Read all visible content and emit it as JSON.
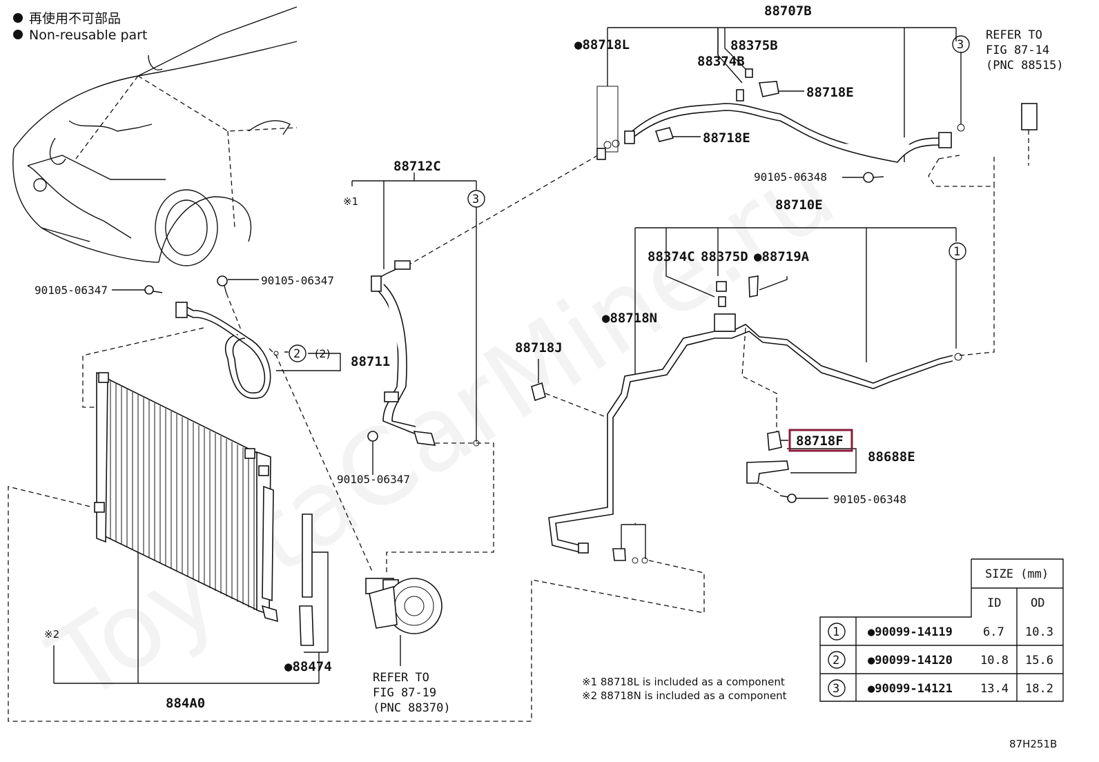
{
  "legend": {
    "line1": "再使用不可部品",
    "line2": "Non-reusable part",
    "bullet": "●"
  },
  "watermark": "ToyotaCarMine.ru",
  "labels": {
    "p88707B": "88707B",
    "p88718L": "●88718L",
    "p88375B": "88375B",
    "p88374B": "88374B",
    "p88718E_a": "88718E",
    "p88718E_b": "88718E",
    "p90105_06348_top": "90105-06348",
    "p88710E": "88710E",
    "p88374C": "88374C",
    "p88375D": "88375D",
    "p88719A": "●88719A",
    "p88718N": "●88718N",
    "p88718J": "88718J",
    "p88718F": "88718F",
    "p88688E": "88688E",
    "p90105_06348_bot": "90105-06348",
    "p88712C": "88712C",
    "ref1": "※1",
    "p90105_06347_a": "90105-06347",
    "p90105_06347_b": "90105-06347",
    "p90105_06347_c": "90105-06347",
    "p88711": "88711",
    "p2paren": "(2)",
    "ref2": "※2",
    "p88474": "●88474",
    "p884A0": "884A0",
    "circle1": "1",
    "circle2": "2",
    "circle3": "3",
    "fig_code": "87H251B"
  },
  "refer_top": {
    "line1": "REFER TO",
    "line2": "FIG 87-14",
    "line3": "(PNC 88515)"
  },
  "refer_bottom": {
    "line1": "REFER TO",
    "line2": "FIG 87-19",
    "line3": "(PNC 88370)"
  },
  "notes": {
    "note1": "※1 88718L is included as a component",
    "note2": "※2 88718N is included as a component"
  },
  "size_table": {
    "header": "SIZE (mm)",
    "col_id": "ID",
    "col_od": "OD",
    "rows": [
      {
        "ref": "1",
        "part": "●90099-14119",
        "id": "6.7",
        "od": "10.3"
      },
      {
        "ref": "2",
        "part": "●90099-14120",
        "id": "10.8",
        "od": "15.6"
      },
      {
        "ref": "3",
        "part": "●90099-14121",
        "id": "13.4",
        "od": "18.2"
      }
    ]
  },
  "colors": {
    "highlight": "#8b1a3a",
    "ink": "#111111"
  }
}
